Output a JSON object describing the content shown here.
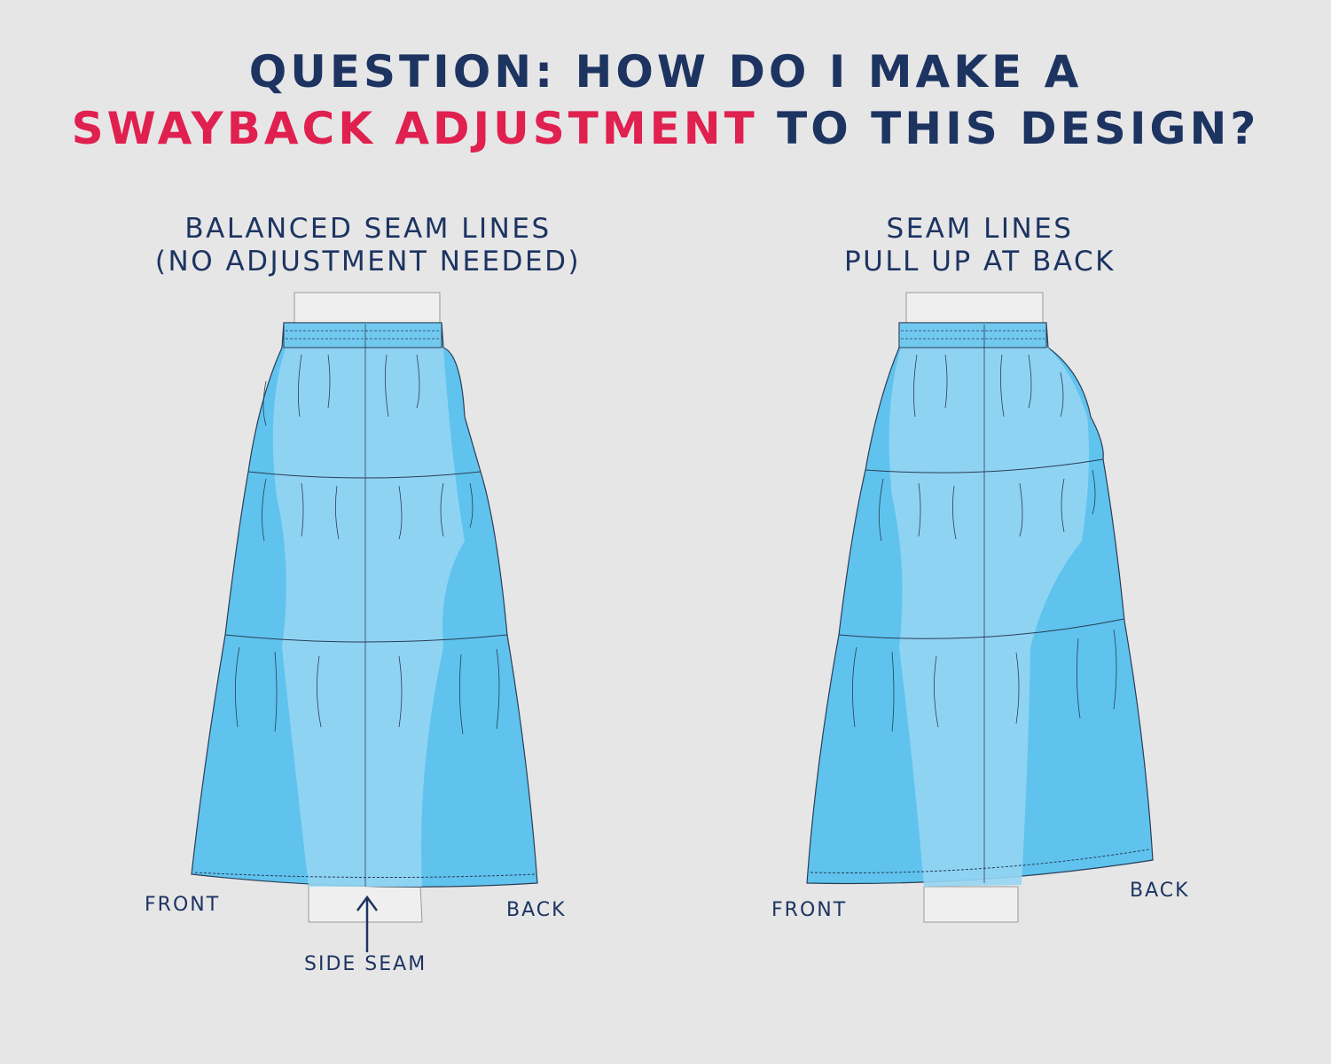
{
  "title": {
    "line1": "QUESTION: HOW DO I MAKE A",
    "line2_highlight": "SWAYBACK ADJUSTMENT",
    "line2_rest": " TO THIS DESIGN?"
  },
  "left_panel": {
    "heading_line1": "BALANCED SEAM LINES",
    "heading_line2": "(NO ADJUSTMENT NEEDED)",
    "label_front": "FRONT",
    "label_back": "BACK",
    "label_side_seam": "SIDE SEAM"
  },
  "right_panel": {
    "heading_line1": "SEAM LINES",
    "heading_line2": "PULL UP AT BACK",
    "label_front": "FRONT",
    "label_back": "BACK"
  },
  "colors": {
    "background": "#e6e6e7",
    "navy": "#1d3461",
    "accent": "#e0204f",
    "skirt_dark": "#5fc3ee",
    "skirt_light": "#95d5f3",
    "body": "#efefef"
  }
}
